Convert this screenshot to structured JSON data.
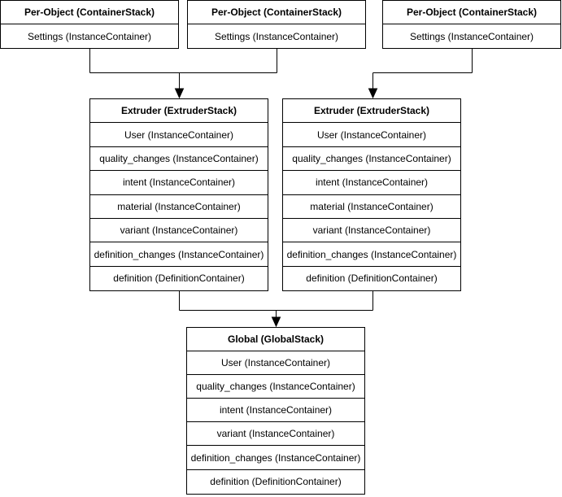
{
  "diagram": {
    "background": "#ffffff",
    "line_color": "#000000",
    "text_color": "#000000",
    "per_object_stacks": [
      {
        "title": "Per-Object (ContainerStack)",
        "rows": [
          "Settings (InstanceContainer)"
        ]
      },
      {
        "title": "Per-Object (ContainerStack)",
        "rows": [
          "Settings (InstanceContainer)"
        ]
      },
      {
        "title": "Per-Object (ContainerStack)",
        "rows": [
          "Settings (InstanceContainer)"
        ]
      }
    ],
    "extruder_stacks": [
      {
        "title": "Extruder (ExtruderStack)",
        "rows": [
          "User (InstanceContainer)",
          "quality_changes (InstanceContainer)",
          "intent (InstanceContainer)",
          "material (InstanceContainer)",
          "variant (InstanceContainer)",
          "definition_changes (InstanceContainer)",
          "definition (DefinitionContainer)"
        ]
      },
      {
        "title": "Extruder (ExtruderStack)",
        "rows": [
          "User (InstanceContainer)",
          "quality_changes (InstanceContainer)",
          "intent (InstanceContainer)",
          "material (InstanceContainer)",
          "variant (InstanceContainer)",
          "definition_changes (InstanceContainer)",
          "definition (DefinitionContainer)"
        ]
      }
    ],
    "global_stack": {
      "title": "Global (GlobalStack)",
      "rows": [
        "User (InstanceContainer)",
        "quality_changes (InstanceContainer)",
        "intent (InstanceContainer)",
        "variant (InstanceContainer)",
        "definition_changes (InstanceContainer)",
        "definition (DefinitionContainer)"
      ]
    }
  }
}
